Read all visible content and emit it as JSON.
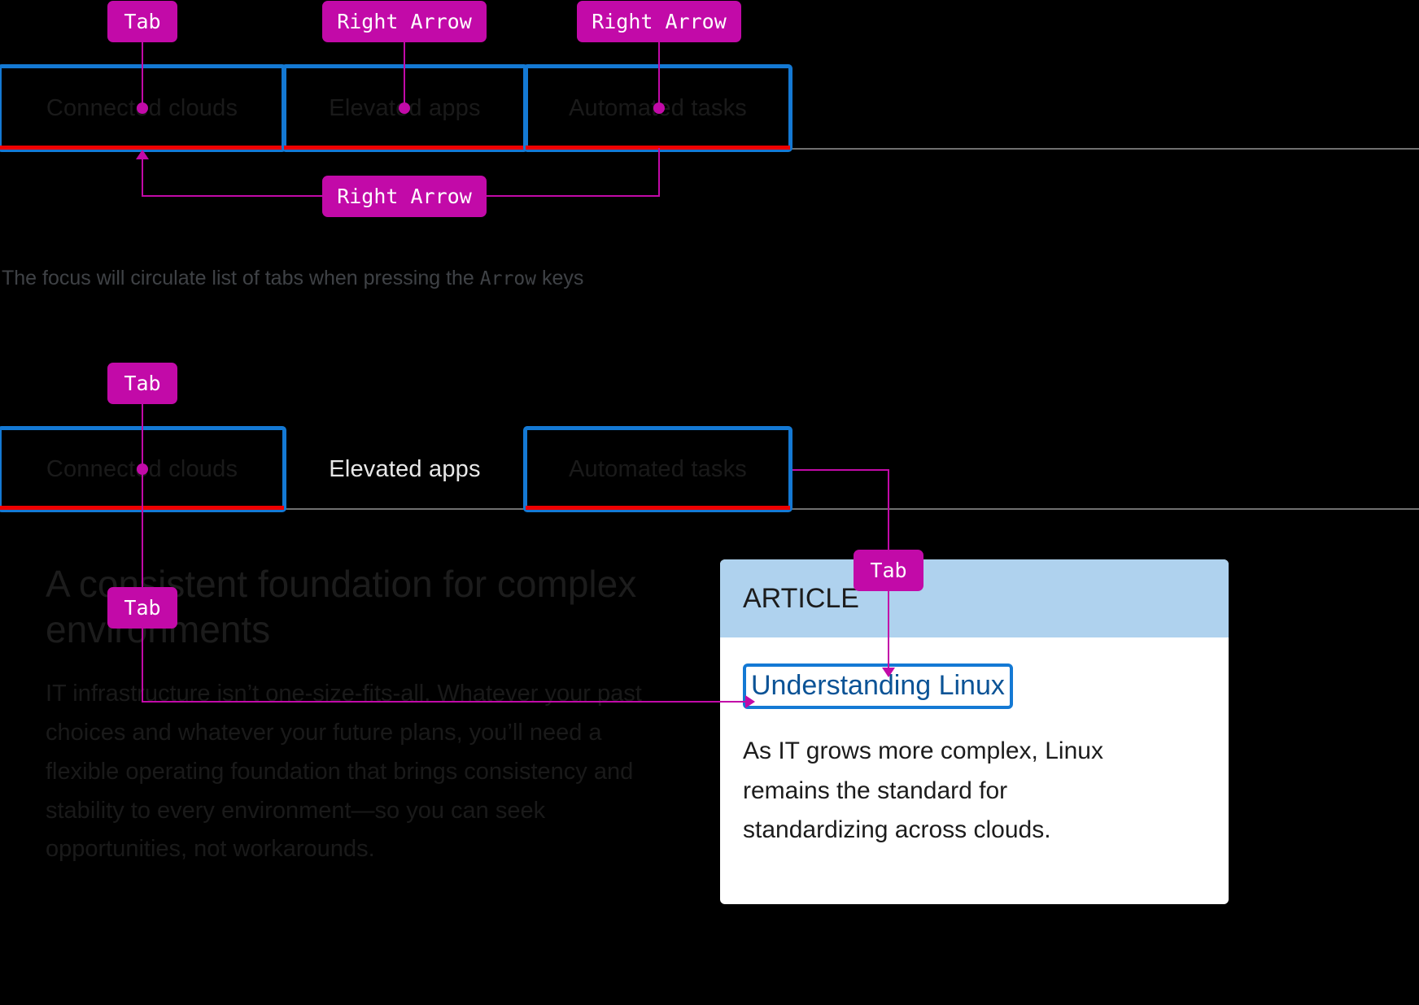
{
  "colors": {
    "background": "#000000",
    "key_badge": "#C20AA8",
    "focus_outline": "#1479D4",
    "active_underline": "#EE0000",
    "card_header": "#AFD2EE",
    "card_link": "#0B5396",
    "divider": "#707070"
  },
  "section_one": {
    "keys": {
      "tab": "Tab",
      "right_arrow_1": "Right Arrow",
      "right_arrow_2": "Right Arrow",
      "right_arrow_wrap": "Right Arrow"
    },
    "tabs": [
      {
        "label": "Connected clouds",
        "focused": true,
        "active": true
      },
      {
        "label": "Elevated apps",
        "focused": true,
        "active": true
      },
      {
        "label": "Automated tasks",
        "focused": true,
        "active": true
      }
    ],
    "caption": {
      "before": "The focus will circulate list of tabs when pressing the ",
      "mono": "Arrow",
      "after": " keys"
    }
  },
  "section_two": {
    "keys": {
      "tab_first": "Tab",
      "tab_heading": "Tab",
      "tab_card": "Tab"
    },
    "tabs": [
      {
        "label": "Connected clouds",
        "focused": true,
        "active": true
      },
      {
        "label": "Elevated apps",
        "focused": false,
        "active": false
      },
      {
        "label": "Automated tasks",
        "focused": true,
        "active": true
      }
    ],
    "content": {
      "heading": "A consistent foundation for complex environments",
      "paragraph": "IT infrastructure isn’t one-size-fits-all. Whatever your past choices and whatever your future plans, you’ll need a flexible operating foundation that brings consistency and stability to every environment—so you can seek opportunities, not workarounds."
    },
    "card": {
      "eyebrow": "ARTICLE",
      "link": "Understanding Linux",
      "body": "As IT grows more complex, Linux remains the standard for standardizing across clouds."
    }
  }
}
